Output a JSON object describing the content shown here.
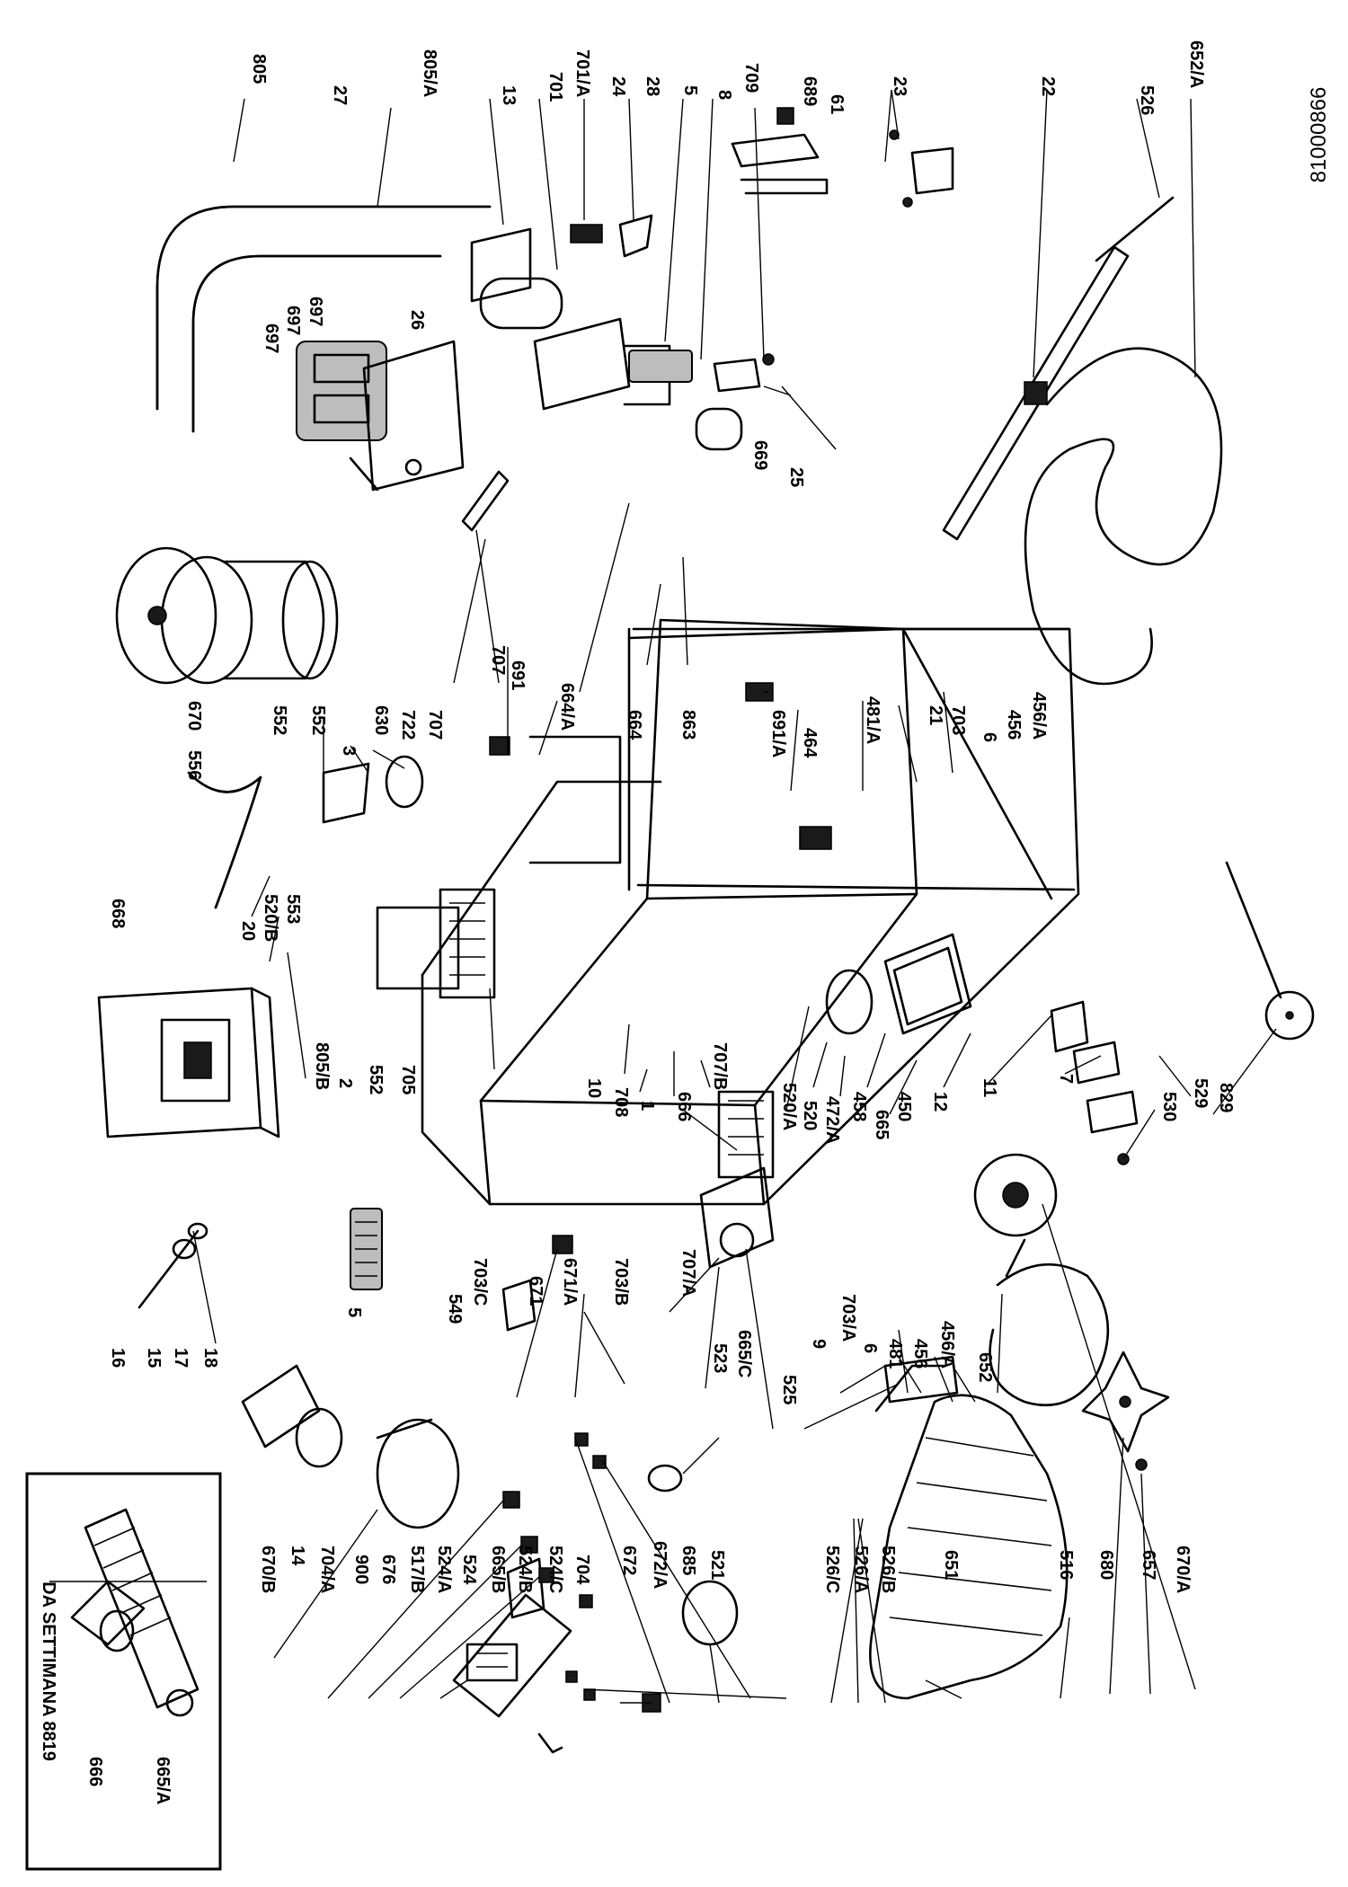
{
  "drawing": {
    "code": "81000866",
    "inset_title": "DA SETTIMANA 8819",
    "inset_labels": [
      "666",
      "665/A"
    ]
  },
  "labels": [
    {
      "id": "805",
      "text": "805"
    },
    {
      "id": "805a",
      "text": "805/A"
    },
    {
      "id": "27",
      "text": "27"
    },
    {
      "id": "13",
      "text": "13"
    },
    {
      "id": "701",
      "text": "701"
    },
    {
      "id": "701a",
      "text": "701/A"
    },
    {
      "id": "24",
      "text": "24"
    },
    {
      "id": "28",
      "text": "28"
    },
    {
      "id": "5top",
      "text": "5"
    },
    {
      "id": "8",
      "text": "8"
    },
    {
      "id": "709",
      "text": "709"
    },
    {
      "id": "689",
      "text": "689"
    },
    {
      "id": "61",
      "text": "61"
    },
    {
      "id": "23",
      "text": "23"
    },
    {
      "id": "22",
      "text": "22"
    },
    {
      "id": "526",
      "text": "526"
    },
    {
      "id": "652a",
      "text": "652/A"
    },
    {
      "id": "697a",
      "text": "697"
    },
    {
      "id": "697b",
      "text": "697"
    },
    {
      "id": "697c",
      "text": "697"
    },
    {
      "id": "26",
      "text": "26"
    },
    {
      "id": "669",
      "text": "669"
    },
    {
      "id": "25",
      "text": "25"
    },
    {
      "id": "670",
      "text": "670"
    },
    {
      "id": "556",
      "text": "556"
    },
    {
      "id": "552a",
      "text": "552"
    },
    {
      "id": "552b",
      "text": "552"
    },
    {
      "id": "3",
      "text": "3"
    },
    {
      "id": "630",
      "text": "630"
    },
    {
      "id": "722",
      "text": "722"
    },
    {
      "id": "707a",
      "text": "707"
    },
    {
      "id": "707b",
      "text": "707"
    },
    {
      "id": "691",
      "text": "691"
    },
    {
      "id": "664a",
      "text": "664/A"
    },
    {
      "id": "664",
      "text": "664"
    },
    {
      "id": "863",
      "text": "863"
    },
    {
      "id": "691a",
      "text": "691/A"
    },
    {
      "id": "464",
      "text": "464"
    },
    {
      "id": "481a",
      "text": "481/A"
    },
    {
      "id": "21",
      "text": "21"
    },
    {
      "id": "703",
      "text": "703"
    },
    {
      "id": "6top",
      "text": "6"
    },
    {
      "id": "456top",
      "text": "456"
    },
    {
      "id": "456atop",
      "text": "456/A"
    },
    {
      "id": "668",
      "text": "668"
    },
    {
      "id": "20",
      "text": "20"
    },
    {
      "id": "520b",
      "text": "520/B"
    },
    {
      "id": "553",
      "text": "553"
    },
    {
      "id": "805b",
      "text": "805/B"
    },
    {
      "id": "2",
      "text": "2"
    },
    {
      "id": "552c",
      "text": "552"
    },
    {
      "id": "705",
      "text": "705"
    },
    {
      "id": "10",
      "text": "10"
    },
    {
      "id": "708",
      "text": "708"
    },
    {
      "id": "1",
      "text": "1"
    },
    {
      "id": "666",
      "text": "666"
    },
    {
      "id": "707bb",
      "text": "707/B"
    },
    {
      "id": "520a",
      "text": "520/A"
    },
    {
      "id": "520",
      "text": "520"
    },
    {
      "id": "472a",
      "text": "472/A"
    },
    {
      "id": "458",
      "text": "458"
    },
    {
      "id": "665",
      "text": "665"
    },
    {
      "id": "450",
      "text": "450"
    },
    {
      "id": "12",
      "text": "12"
    },
    {
      "id": "11",
      "text": "11"
    },
    {
      "id": "7",
      "text": "7"
    },
    {
      "id": "530",
      "text": "530"
    },
    {
      "id": "529",
      "text": "529"
    },
    {
      "id": "829",
      "text": "829"
    },
    {
      "id": "16",
      "text": "16"
    },
    {
      "id": "15",
      "text": "15"
    },
    {
      "id": "17",
      "text": "17"
    },
    {
      "id": "18",
      "text": "18"
    },
    {
      "id": "5mid",
      "text": "5"
    },
    {
      "id": "549",
      "text": "549"
    },
    {
      "id": "703c",
      "text": "703/C"
    },
    {
      "id": "671",
      "text": "671"
    },
    {
      "id": "671a",
      "text": "671/A"
    },
    {
      "id": "703b",
      "text": "703/B"
    },
    {
      "id": "707aa",
      "text": "707/A"
    },
    {
      "id": "523",
      "text": "523"
    },
    {
      "id": "665c",
      "text": "665/C"
    },
    {
      "id": "525",
      "text": "525"
    },
    {
      "id": "9",
      "text": "9"
    },
    {
      "id": "703a",
      "text": "703/A"
    },
    {
      "id": "6bot",
      "text": "6"
    },
    {
      "id": "481",
      "text": "481"
    },
    {
      "id": "456bot",
      "text": "456"
    },
    {
      "id": "456abot",
      "text": "456/A"
    },
    {
      "id": "652",
      "text": "652"
    },
    {
      "id": "670b",
      "text": "670/B"
    },
    {
      "id": "14",
      "text": "14"
    },
    {
      "id": "704a",
      "text": "704/A"
    },
    {
      "id": "900",
      "text": "900"
    },
    {
      "id": "676",
      "text": "676"
    },
    {
      "id": "517b",
      "text": "517/B"
    },
    {
      "id": "524a",
      "text": "524/A"
    },
    {
      "id": "524",
      "text": "524"
    },
    {
      "id": "665b",
      "text": "665/B"
    },
    {
      "id": "524b",
      "text": "524/B"
    },
    {
      "id": "524c",
      "text": "524/C"
    },
    {
      "id": "704",
      "text": "704"
    },
    {
      "id": "672",
      "text": "672"
    },
    {
      "id": "672a",
      "text": "672/A"
    },
    {
      "id": "685",
      "text": "685"
    },
    {
      "id": "521",
      "text": "521"
    },
    {
      "id": "526c",
      "text": "526/C"
    },
    {
      "id": "526a",
      "text": "526/A"
    },
    {
      "id": "526b",
      "text": "526/B"
    },
    {
      "id": "651",
      "text": "651"
    },
    {
      "id": "516",
      "text": "516"
    },
    {
      "id": "680",
      "text": "680"
    },
    {
      "id": "657",
      "text": "657"
    },
    {
      "id": "670a",
      "text": "670/A"
    }
  ]
}
